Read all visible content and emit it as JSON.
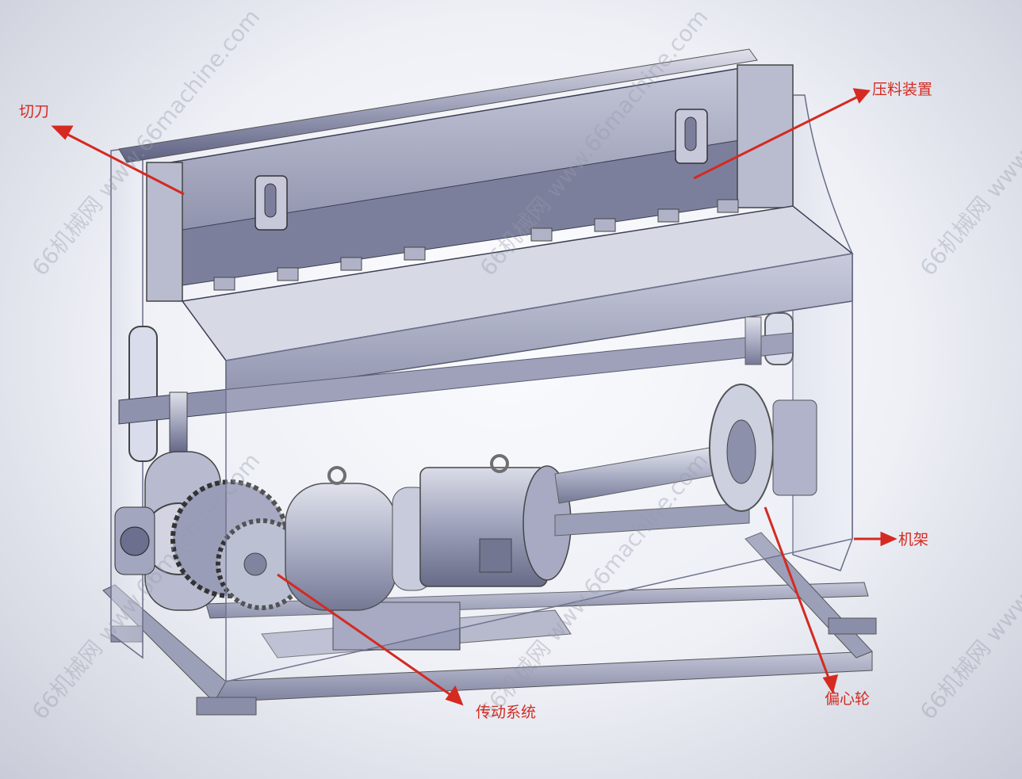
{
  "labels": {
    "blade": "切刀",
    "press_device": "压料装置",
    "frame": "机架",
    "transmission": "传动系统",
    "eccentric_wheel": "偏心轮"
  },
  "watermark": "66机械网 www.66machine.com",
  "colors": {
    "callout": "#d42a21",
    "steel": "#a8abc3",
    "steel_dark": "#6d7091",
    "guard": "#e3e6f0"
  }
}
